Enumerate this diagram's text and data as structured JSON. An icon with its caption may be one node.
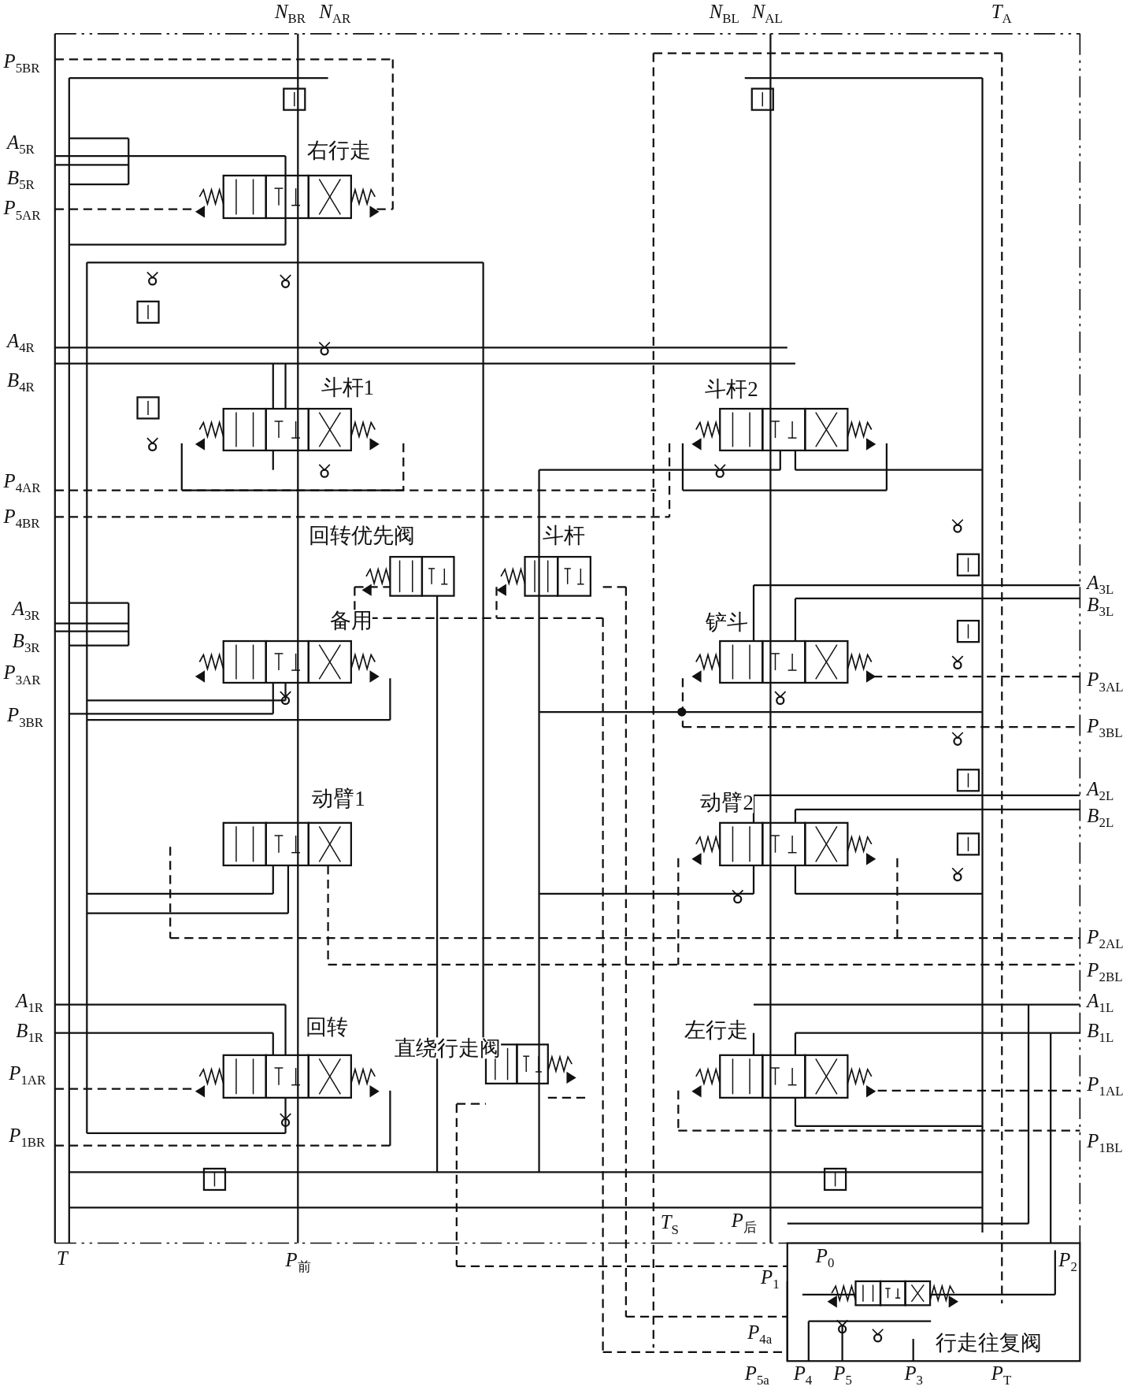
{
  "diagram": {
    "labels": [
      "*N*$_{BR}$",
      "*N*$_{AR}$",
      "*N*$_{BL}$",
      "*N*$_{AL}$",
      "*T*$_{A}$",
      "*P*$_{5BR}$",
      "*A*$_{5R}$",
      "右行走",
      "*B*$_{5R}$",
      "*P*$_{5AR}$",
      "*A*$_{4R}$",
      "*B*$_{4R}$",
      "斗杆1",
      "斗杆2",
      "*P*$_{4AR}$",
      "*P*$_{4BR}$",
      "回转优先阀",
      "斗杆",
      "*A*$_{3L}$",
      "*A*$_{3R}$",
      "备用",
      "铲斗",
      "*B*$_{3L}$",
      "*B*$_{3R}$",
      "*P*$_{3AR}$",
      "*P*$_{3AL}$",
      "*P*$_{3BR}$",
      "*P*$_{3BL}$",
      "动臂1",
      "动臂2",
      "*A*$_{2L}$",
      "*B*$_{2L}$",
      "*P*$_{2AL}$",
      "*P*$_{2BL}$",
      "*A*$_{1R}$",
      "*A*$_{1L}$",
      "*B*$_{1R}$",
      "回转",
      "直绕行走阀",
      "左行走",
      "*B*$_{1L}$",
      "*P*$_{1AR}$",
      "*P*$_{1AL}$",
      "*P*$_{1BR}$",
      "*P*$_{1BL}$",
      "*T*$_{S}$",
      "*P*$_{后}$",
      "*T*",
      "*P*$_{前}$",
      "*P*$_{0}$",
      "*P*$_{2}$",
      "*P*$_{1}$",
      "*P*$_{4a}$",
      "行走往复阀",
      "*P*$_{5a}$",
      "*P*$_{4}$",
      "*P*$_{5}$",
      "*P*$_{3}$",
      "*P*$_{T}$"
    ]
  }
}
